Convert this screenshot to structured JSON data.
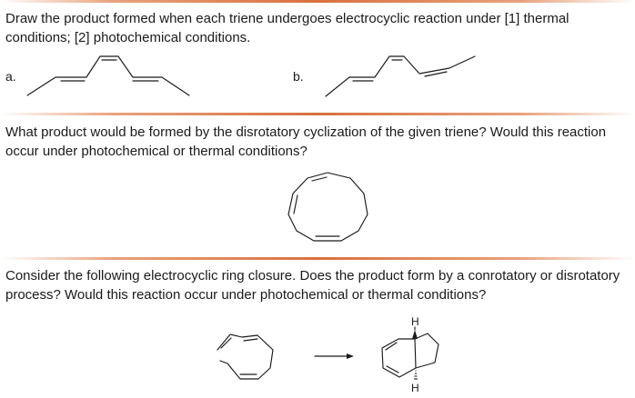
{
  "problem1": {
    "text": "Draw the product formed when each triene undergoes electrocyclic reaction under [1] thermal conditions; [2] photochemical conditions.",
    "label_a": "a.",
    "label_b": "b."
  },
  "problem2": {
    "text": "What product would be formed by the disrotatory cyclization of the given triene? Would this reaction occur under photochemical or thermal conditions?"
  },
  "problem3": {
    "text": "Consider the following electrocyclic ring closure. Does the product form by a conrotatory or disrotatory process? Would this reaction occur under photochemical or thermal conditions?",
    "h_top": "H",
    "h_bottom": "H"
  },
  "colors": {
    "rule": "#d9703f",
    "text": "#1a1a1a"
  }
}
